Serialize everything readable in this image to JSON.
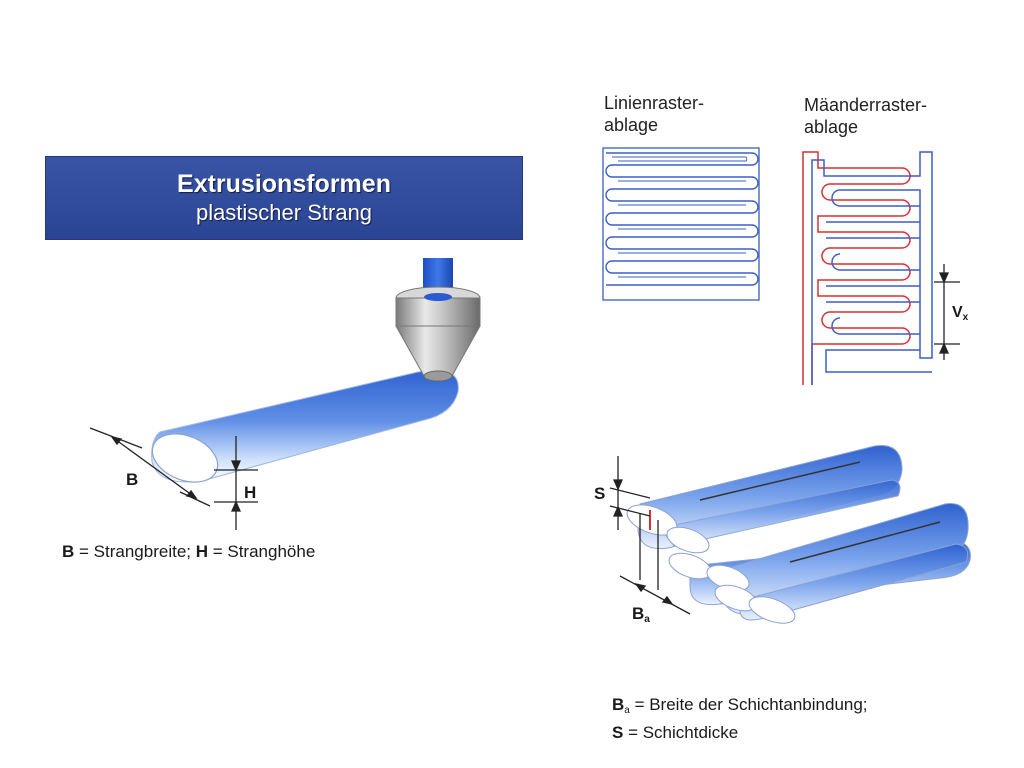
{
  "banner": {
    "title": "Extrusionsformen",
    "subtitle": "plastischer Strang"
  },
  "left_diagram": {
    "label_b": "B",
    "label_h": "H",
    "caption_b_symbol": "B",
    "caption_b_text": " = Strangbreite; ",
    "caption_h_symbol": "H",
    "caption_h_text": " = Stranghöhe"
  },
  "raster_patterns": {
    "line_pattern_title": "Linienraster-\nablage",
    "meander_pattern_title": "Mäanderraster-\nablage",
    "label_vx": "V",
    "label_vx_sub": "x"
  },
  "layer_diagram": {
    "label_s": "S",
    "label_ba": "B",
    "label_ba_sub": "a",
    "caption_line1_symbol": "B",
    "caption_line1_sub": "a",
    "caption_line1_text": " = Breite der Schichtanbindung;",
    "caption_line2_symbol": "S",
    "caption_line2_text": " = Schichtdicke"
  },
  "colors": {
    "banner_blue": "#2f4a9b",
    "strand_blue": "#3d6fd6",
    "line_blue": "#3a5fc8",
    "line_red": "#d63030"
  }
}
